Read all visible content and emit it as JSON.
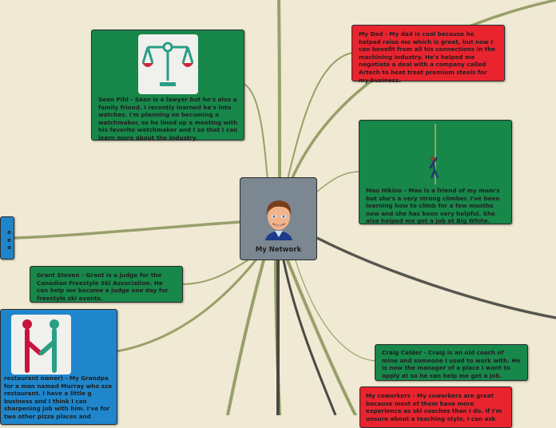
{
  "central": {
    "title": "My Network",
    "icon": "avatar-face"
  },
  "nodes": {
    "sean": {
      "text": "Sean Pihl - Sean is a lawyer but he's also a family friend. I recently learned he's into watches. I'm planning on becoming a watchmaker, so he lined up a meeting with his favorite watchmaker and I so that I can learn more about the industry.",
      "icon": "scales-of-justice-icon",
      "color": "#17874a"
    },
    "dad": {
      "text": "My Dad - My dad is cool because he helped raise me which is great, but now I can benefit from all his connections in the machining industry. He's helped me negotiate a deal with a company called Artech to heat treat premium steels for my business.",
      "color": "#e8242f"
    },
    "mao": {
      "text": "Mao Hikino - Mao is a friend of my mom's but she's a very strong climber. I've been learning how to climb for a few months now and she has been very helpful. She also helped me get a job at Big White.",
      "icon": "climber-icon",
      "color": "#17874a"
    },
    "left_blue": {
      "text": "e\ne\na",
      "color": "#1f86cc"
    },
    "grant": {
      "text": "Grant Steven - Grant is a judge for the Canadian Freestyle Ski Association. He can help me become a judge one day for freestyle ski events.",
      "color": "#17874a"
    },
    "grandpa": {
      "text": "restaurant owner) - My Grandpa for a man named Murray who zza restaurant. I have a little g business and I think I can sharpening job with him. I've for two other pizza places and",
      "icon": "handshake-icon",
      "color": "#1f86cc"
    },
    "craig": {
      "text": "Craig Calder - Craig is an old coach of mine and someone I used to work with. He is now the manager of a place I want to apply at so he can help me get a job.",
      "color": "#17874a"
    },
    "coworkers": {
      "text": "My coworkers - My coworkers are great because most of them have more experience as ski coaches than I do. If I'm unsure about a teaching style, I can ask",
      "color": "#e8242f"
    }
  }
}
